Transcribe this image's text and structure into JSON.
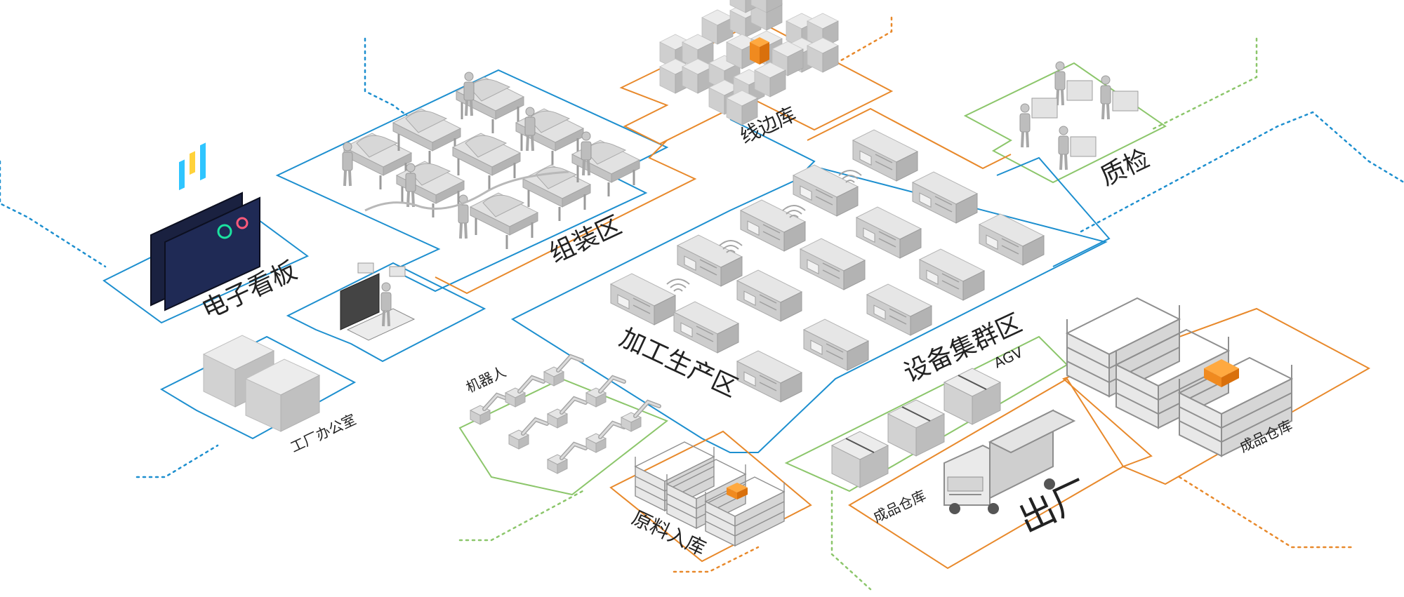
{
  "labels": {
    "line_side_store": "线边库",
    "quality_check": "质检",
    "assembly": "组装区",
    "e_board": "电子看板",
    "machining": "加工生产区",
    "equipment_cluster": "设备集群区",
    "robot": "机器人",
    "office": "工厂办公室",
    "raw_inbound": "原料入库",
    "agv": "AGV",
    "fg_store_left": "成品仓库",
    "fg_store_right": "成品仓库",
    "ship_out": "出厂"
  },
  "colors": {
    "blue": "#1d8fcf",
    "orange": "#e8892b",
    "green": "#8cc66b",
    "gray_light": "#e3e3e3",
    "gray_mid": "#c8c8c8",
    "gray_dark": "#9e9e9e",
    "accent_box": "#f08a1f",
    "screen": "#1a2140"
  }
}
